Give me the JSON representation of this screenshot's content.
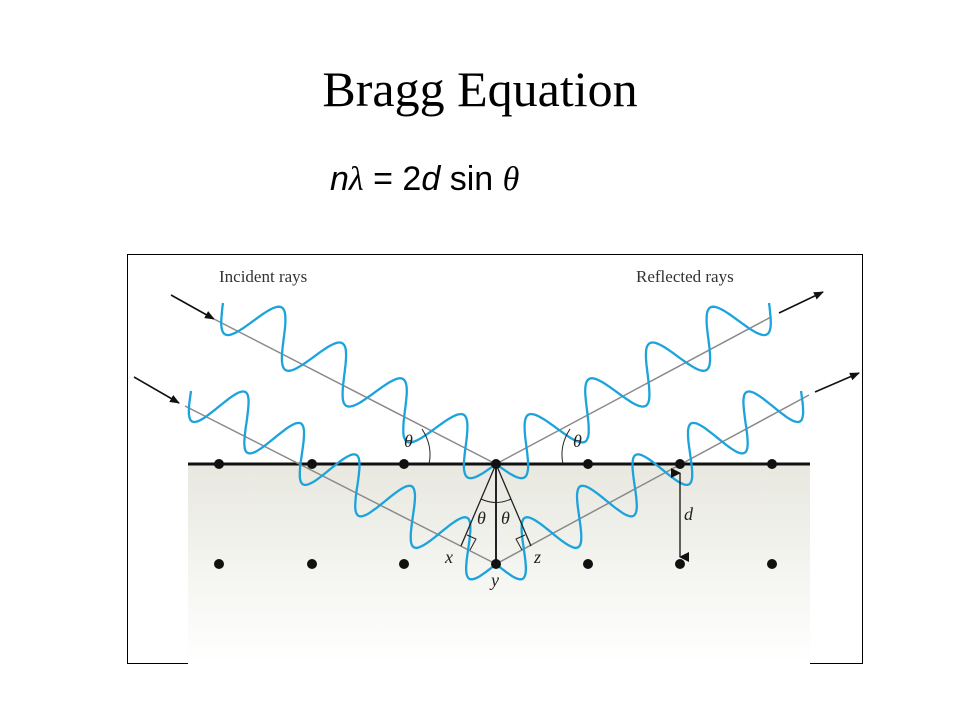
{
  "slide": {
    "title": "Bragg Equation",
    "equation": {
      "n": "n",
      "lambda": "λ",
      "equals_two": " = 2",
      "d": "d",
      "sin": " sin ",
      "theta": "θ"
    }
  },
  "figure": {
    "labels": {
      "incident": "Incident rays",
      "reflected": "Reflected rays",
      "theta": "θ",
      "d": "d",
      "x": "x",
      "y": "y",
      "z": "z"
    },
    "colors": {
      "wave": "#1ca3dc",
      "ray": "#8a8a8a",
      "atom": "#111111",
      "crystal_top": "#e8e8e0",
      "crystal_bottom": "#ffffff"
    }
  }
}
